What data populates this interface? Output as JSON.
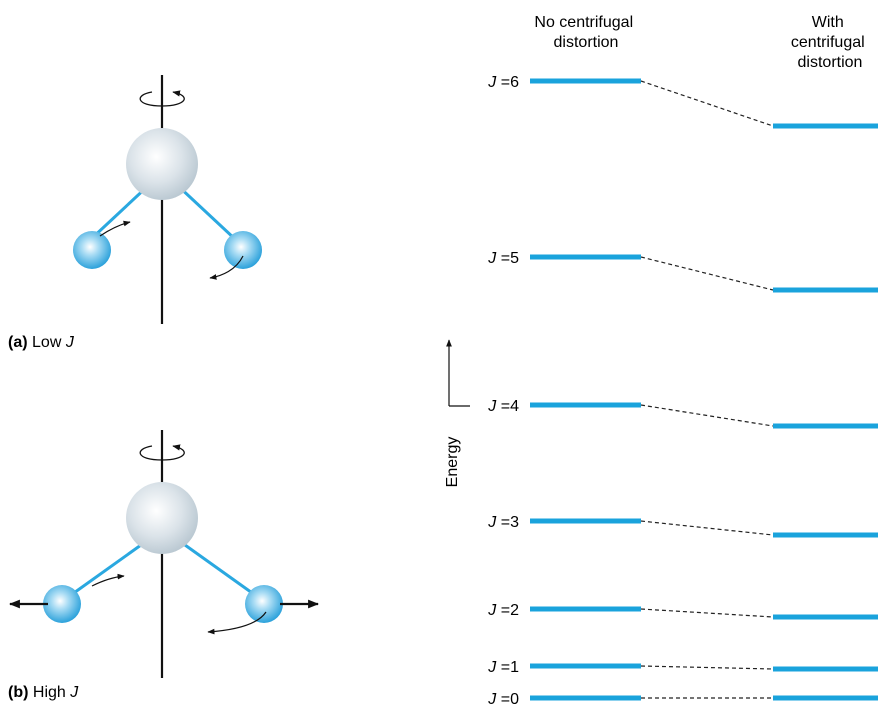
{
  "left_panel": {
    "caption_a": {
      "bold": "(a)",
      "text": "Low",
      "var": "J"
    },
    "caption_b": {
      "bold": "(b)",
      "text": "High",
      "var": "J"
    }
  },
  "right_panel": {
    "column_headers": {
      "no_distortion": [
        "No centrifugal",
        "distortion"
      ],
      "with_distortion": [
        "With",
        "centrifugal",
        "distortion"
      ]
    },
    "energy_axis_label": "Energy",
    "level_labels": [
      {
        "var": "J",
        "eq": "=0"
      },
      {
        "var": "J",
        "eq": "=1"
      },
      {
        "var": "J",
        "eq": "=2"
      },
      {
        "var": "J",
        "eq": "=3"
      },
      {
        "var": "J",
        "eq": "=4"
      },
      {
        "var": "J",
        "eq": "=5"
      },
      {
        "var": "J",
        "eq": "=6"
      }
    ]
  },
  "colors": {
    "level_line": "#1aa3dc",
    "bond": "#2aa8e0",
    "central_atom": "#c5d3dc",
    "small_atom": "#35a9e2",
    "dashed": "#222222"
  }
}
